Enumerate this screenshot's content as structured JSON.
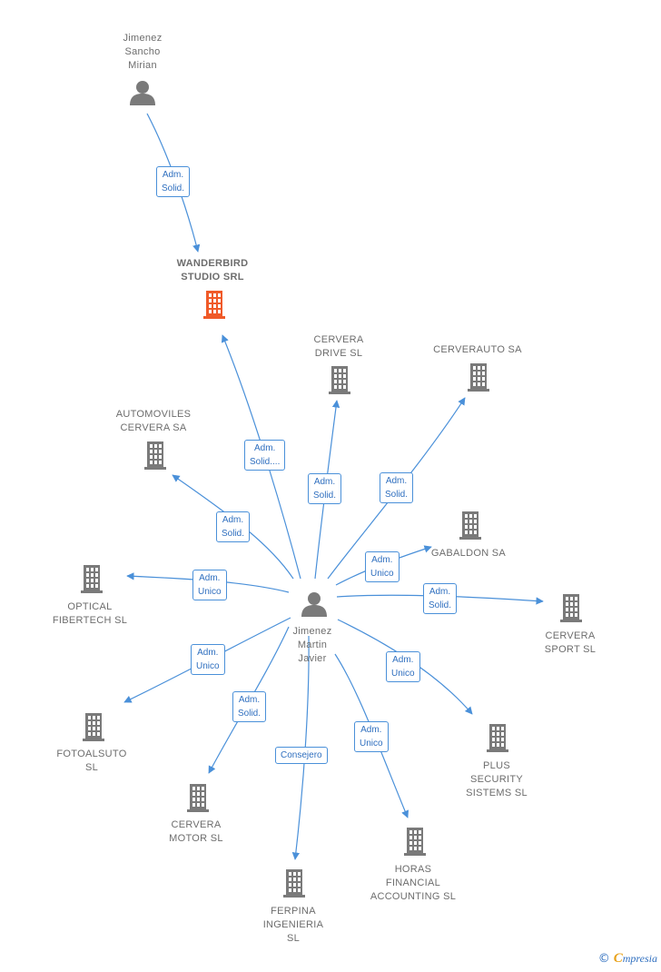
{
  "colors": {
    "edge": "#4a90d9",
    "label_text": "#6d6d6d",
    "building": "#7a7a7a",
    "focus_building": "#f05a28",
    "person": "#7a7a7a"
  },
  "nodes": {
    "jsm": {
      "lines": [
        "Jimenez",
        "Sancho",
        "Mirian"
      ],
      "icon": "person-icon"
    },
    "wanderbird": {
      "lines": [
        "WANDERBIRD",
        "STUDIO SRL"
      ],
      "icon": "building-icon",
      "focus": true
    },
    "jmj": {
      "lines": [
        "Jimenez",
        "Martin",
        "Javier"
      ],
      "icon": "person-icon"
    },
    "cervera_drive": {
      "lines": [
        "CERVERA",
        "DRIVE  SL"
      ],
      "icon": "building-icon"
    },
    "cerverauto": {
      "lines": [
        "CERVERAUTO SA"
      ],
      "icon": "building-icon"
    },
    "automoviles": {
      "lines": [
        "AUTOMOVILES",
        "CERVERA SA"
      ],
      "icon": "building-icon"
    },
    "gabaldon": {
      "lines": [
        "GABALDON SA"
      ],
      "icon": "building-icon"
    },
    "optical": {
      "lines": [
        "OPTICAL",
        "FIBERTECH SL"
      ],
      "icon": "building-icon"
    },
    "cervera_sport": {
      "lines": [
        "CERVERA",
        "SPORT  SL"
      ],
      "icon": "building-icon"
    },
    "fotoalsuto": {
      "lines": [
        "FOTOALSUTO",
        "SL"
      ],
      "icon": "building-icon"
    },
    "plus_security": {
      "lines": [
        "PLUS",
        "SECURITY",
        "SISTEMS  SL"
      ],
      "icon": "building-icon"
    },
    "cervera_motor": {
      "lines": [
        "CERVERA",
        "MOTOR  SL"
      ],
      "icon": "building-icon"
    },
    "horas": {
      "lines": [
        "HORAS",
        "FINANCIAL",
        "ACCOUNTING SL"
      ],
      "icon": "building-icon"
    },
    "ferpina": {
      "lines": [
        "FERPINA",
        "INGENIERIA",
        "SL"
      ],
      "icon": "building-icon"
    }
  },
  "edges": [
    {
      "from": "jsm",
      "to": "wanderbird",
      "label": [
        "Adm.",
        "Solid."
      ]
    },
    {
      "from": "jmj",
      "to": "wanderbird",
      "label": [
        "Adm.",
        "Solid...."
      ]
    },
    {
      "from": "jmj",
      "to": "cervera_drive",
      "label": [
        "Adm.",
        "Solid."
      ]
    },
    {
      "from": "jmj",
      "to": "cerverauto",
      "label": [
        "Adm.",
        "Solid."
      ]
    },
    {
      "from": "jmj",
      "to": "automoviles",
      "label": [
        "Adm.",
        "Solid."
      ]
    },
    {
      "from": "jmj",
      "to": "gabaldon",
      "label": [
        "Adm.",
        "Unico"
      ]
    },
    {
      "from": "jmj",
      "to": "optical",
      "label": [
        "Adm.",
        "Unico"
      ]
    },
    {
      "from": "jmj",
      "to": "cervera_sport",
      "label": [
        "Adm.",
        "Solid."
      ]
    },
    {
      "from": "jmj",
      "to": "fotoalsuto",
      "label": [
        "Adm.",
        "Unico"
      ]
    },
    {
      "from": "jmj",
      "to": "plus_security",
      "label": [
        "Adm.",
        "Unico"
      ]
    },
    {
      "from": "jmj",
      "to": "cervera_motor",
      "label": [
        "Adm.",
        "Solid."
      ]
    },
    {
      "from": "jmj",
      "to": "ferpina",
      "label": [
        "Consejero"
      ]
    },
    {
      "from": "jmj",
      "to": "horas",
      "label": [
        "Adm.",
        "Unico"
      ]
    }
  ],
  "footer": {
    "copyright": "©",
    "brand_initial": "C",
    "brand_rest": "mpresia"
  }
}
